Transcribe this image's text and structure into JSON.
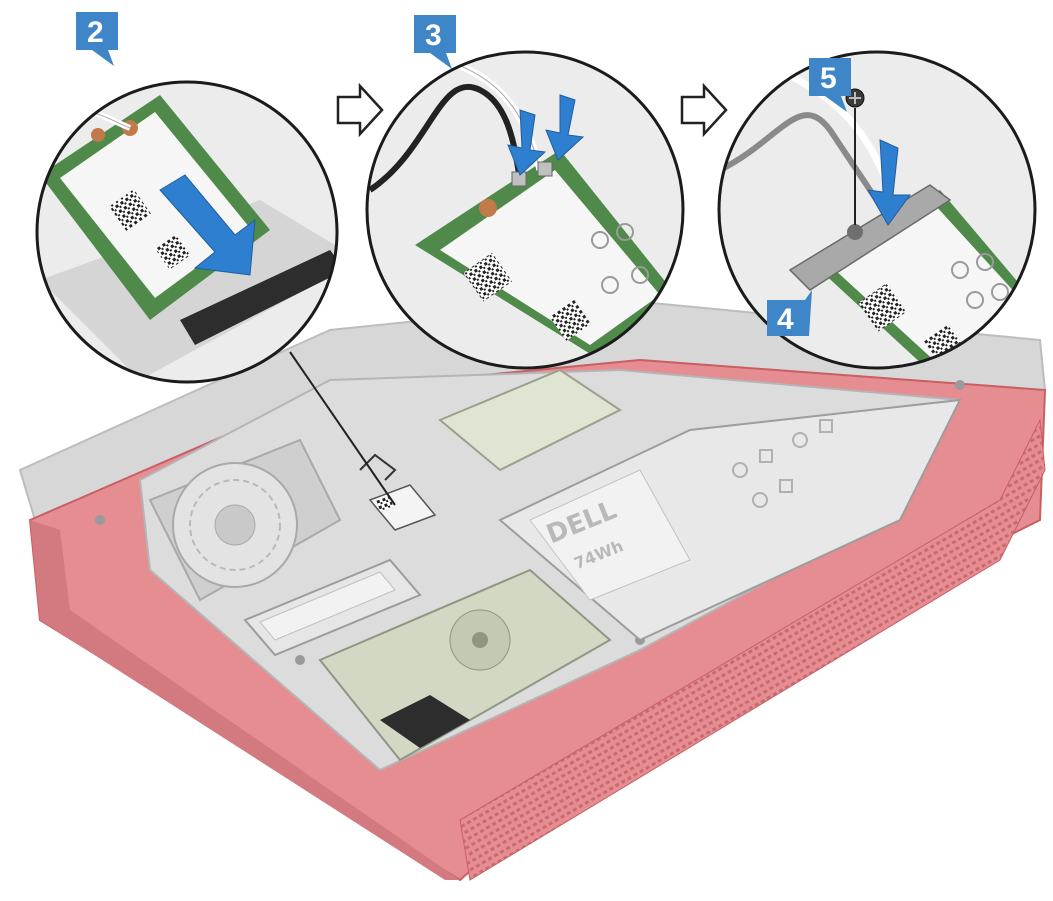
{
  "steps": [
    {
      "number": "2"
    },
    {
      "number": "3"
    },
    {
      "number": "4"
    },
    {
      "number": "5"
    }
  ],
  "battery": {
    "brand": "DELL",
    "capacity": "74Wh"
  },
  "colors": {
    "chassis_red": "#e58d91",
    "chassis_dark": "#c95f64",
    "badge_blue": "#3e86c8",
    "arrow_blue": "#2f7fd0",
    "card_green": "#4f8a4a"
  }
}
